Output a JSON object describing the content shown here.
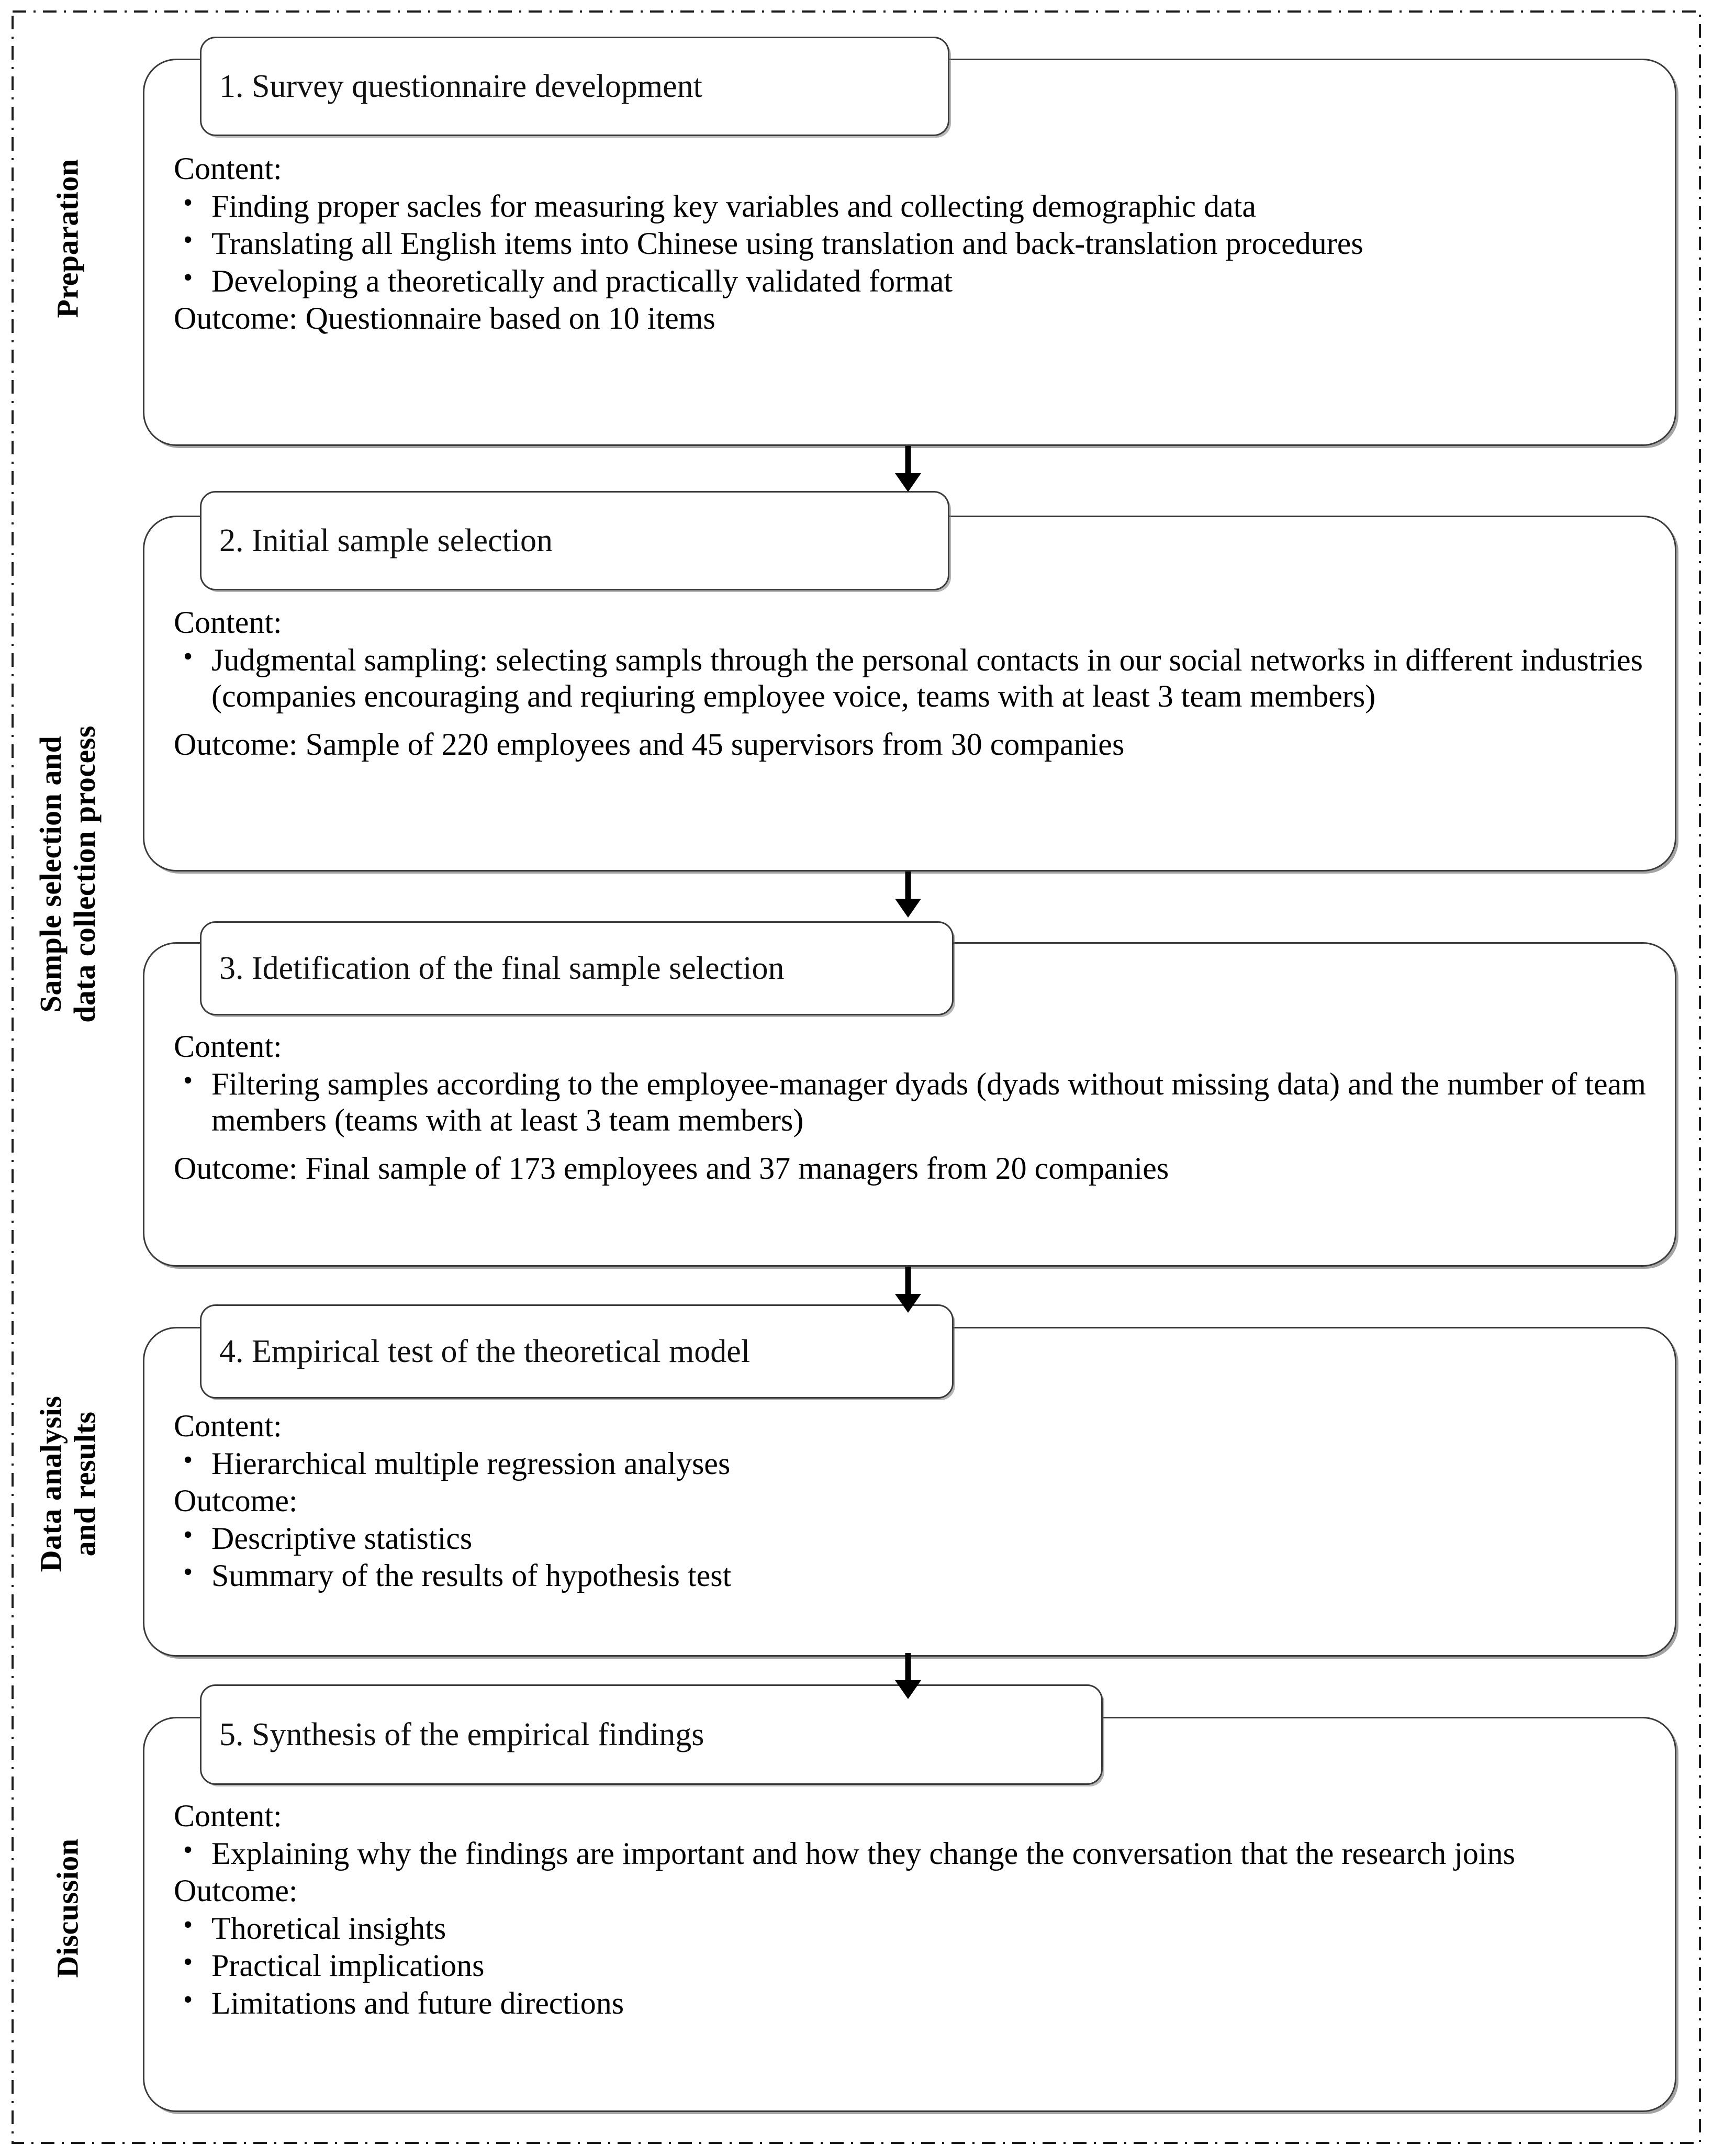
{
  "figure": {
    "type": "flowchart",
    "orientation": "vertical",
    "border_style": "dash-dot",
    "stages": [
      {
        "name": "Preparation",
        "label_line1": "Preparation",
        "label_line2": ""
      },
      {
        "name": "Sample selection and data collection process",
        "label_line1": "Sample selection and",
        "label_line2": "data collection process"
      },
      {
        "name": "Data analysis and results",
        "label_line1": "Data analysis",
        "label_line2": "and results"
      },
      {
        "name": "Discussion",
        "label_line1": "Discussion",
        "label_line2": ""
      }
    ]
  },
  "steps": [
    {
      "title": "1. Survey questionnaire development",
      "content_label": "Content:",
      "content_bullets": [
        "Finding proper sacles for measuring key variables and  collecting demographic data",
        "Translating all English items into Chinese using translation and  back-translation procedures",
        "Developing a theoretically and practically validated format"
      ],
      "outcome_label": "Outcome: Questionnaire based on 10 items",
      "outcome_bullets": []
    },
    {
      "title": "2. Initial sample selection",
      "content_label": "Content:",
      "content_bullets": [
        "Judgmental sampling: selecting sampls through the personal contacts in our social networks in different industries (companies encouraging and reqiuring employee voice, teams with at least 3 team members)"
      ],
      "outcome_label": "Outcome:  Sample of 220 employees and 45 supervisors from 30 companies",
      "outcome_bullets": []
    },
    {
      "title": "3. Idetification of the final sample selection",
      "content_label": "Content:",
      "content_bullets": [
        "Filtering samples according to the employee-manager dyads (dyads without missing data) and the number of team members (teams with at least 3 team members)"
      ],
      "outcome_label": "Outcome:  Final sample of 173 employees and 37 managers from 20 companies",
      "outcome_bullets": []
    },
    {
      "title": "4. Empirical test of the theoretical model",
      "content_label": "Content:",
      "content_bullets": [
        "Hierarchical multiple regression analyses"
      ],
      "outcome_label": "Outcome:",
      "outcome_bullets": [
        "Descriptive statistics",
        "Summary of the results of hypothesis test"
      ]
    },
    {
      "title": "5. Synthesis of the empirical findings",
      "content_label": "Content:",
      "content_bullets": [
        "Explaining why the findings are important and how they change the conversation that the research joins"
      ],
      "outcome_label": "Outcome:",
      "outcome_bullets": [
        "Thoretical insights",
        "Practical implications",
        "Limitations and future directions"
      ]
    }
  ],
  "connectors": [
    {
      "from": "1. Survey questionnaire development",
      "to": "2. Initial sample selection",
      "kind": "down-arrow"
    },
    {
      "from": "2. Initial sample selection",
      "to": "3. Idetification of the final sample selection",
      "kind": "down-arrow"
    },
    {
      "from": "3. Idetification of the final sample selection",
      "to": "4. Empirical test of the theoretical model",
      "kind": "down-arrow"
    },
    {
      "from": "4. Empirical test of the theoretical model",
      "to": "5. Synthesis of the empirical findings",
      "kind": "down-arrow"
    }
  ],
  "colors": {
    "box_border": "#3a3a3a",
    "text": "#000000",
    "background": "#ffffff",
    "frame": "#1a1a1a"
  }
}
